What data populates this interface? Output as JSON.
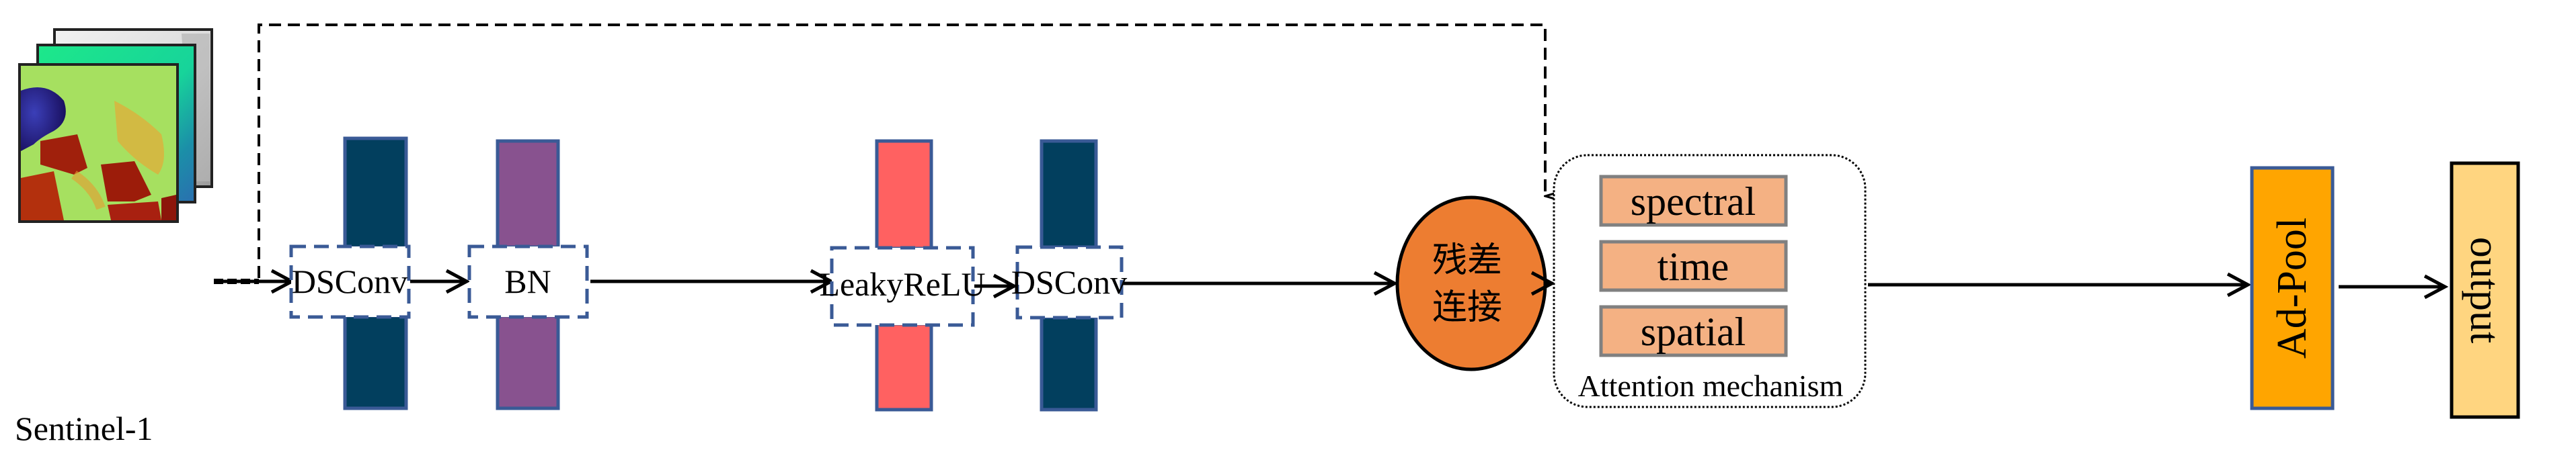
{
  "input": {
    "label": "Sentinel-1",
    "layers": [
      "grayscale-backscatter",
      "green-blue-band",
      "false-color-rainbow"
    ]
  },
  "blocks": [
    {
      "id": "dsconv1",
      "label": "DSConv",
      "bar_color": "#023F5E"
    },
    {
      "id": "bn",
      "label": "BN",
      "bar_color": "#88528F"
    },
    {
      "id": "leakyrelu",
      "label": "LeakyReLU",
      "bar_color": "#FF6161"
    },
    {
      "id": "dsconv2",
      "label": "DSConv",
      "bar_color": "#023F5E"
    }
  ],
  "residual": {
    "line1": "残差",
    "line2": "连接",
    "color": "#ED7D31"
  },
  "attention": {
    "title": "Attention mechanism",
    "items": [
      "spectral",
      "time",
      "spatial"
    ],
    "item_color": "#F4B183"
  },
  "pool": {
    "label": "Ad-Pool",
    "color": "#FFA500"
  },
  "output": {
    "label": "output",
    "color": "#FFD580"
  },
  "colors": {
    "block_border": "#3A5A96",
    "line": "#000000"
  }
}
